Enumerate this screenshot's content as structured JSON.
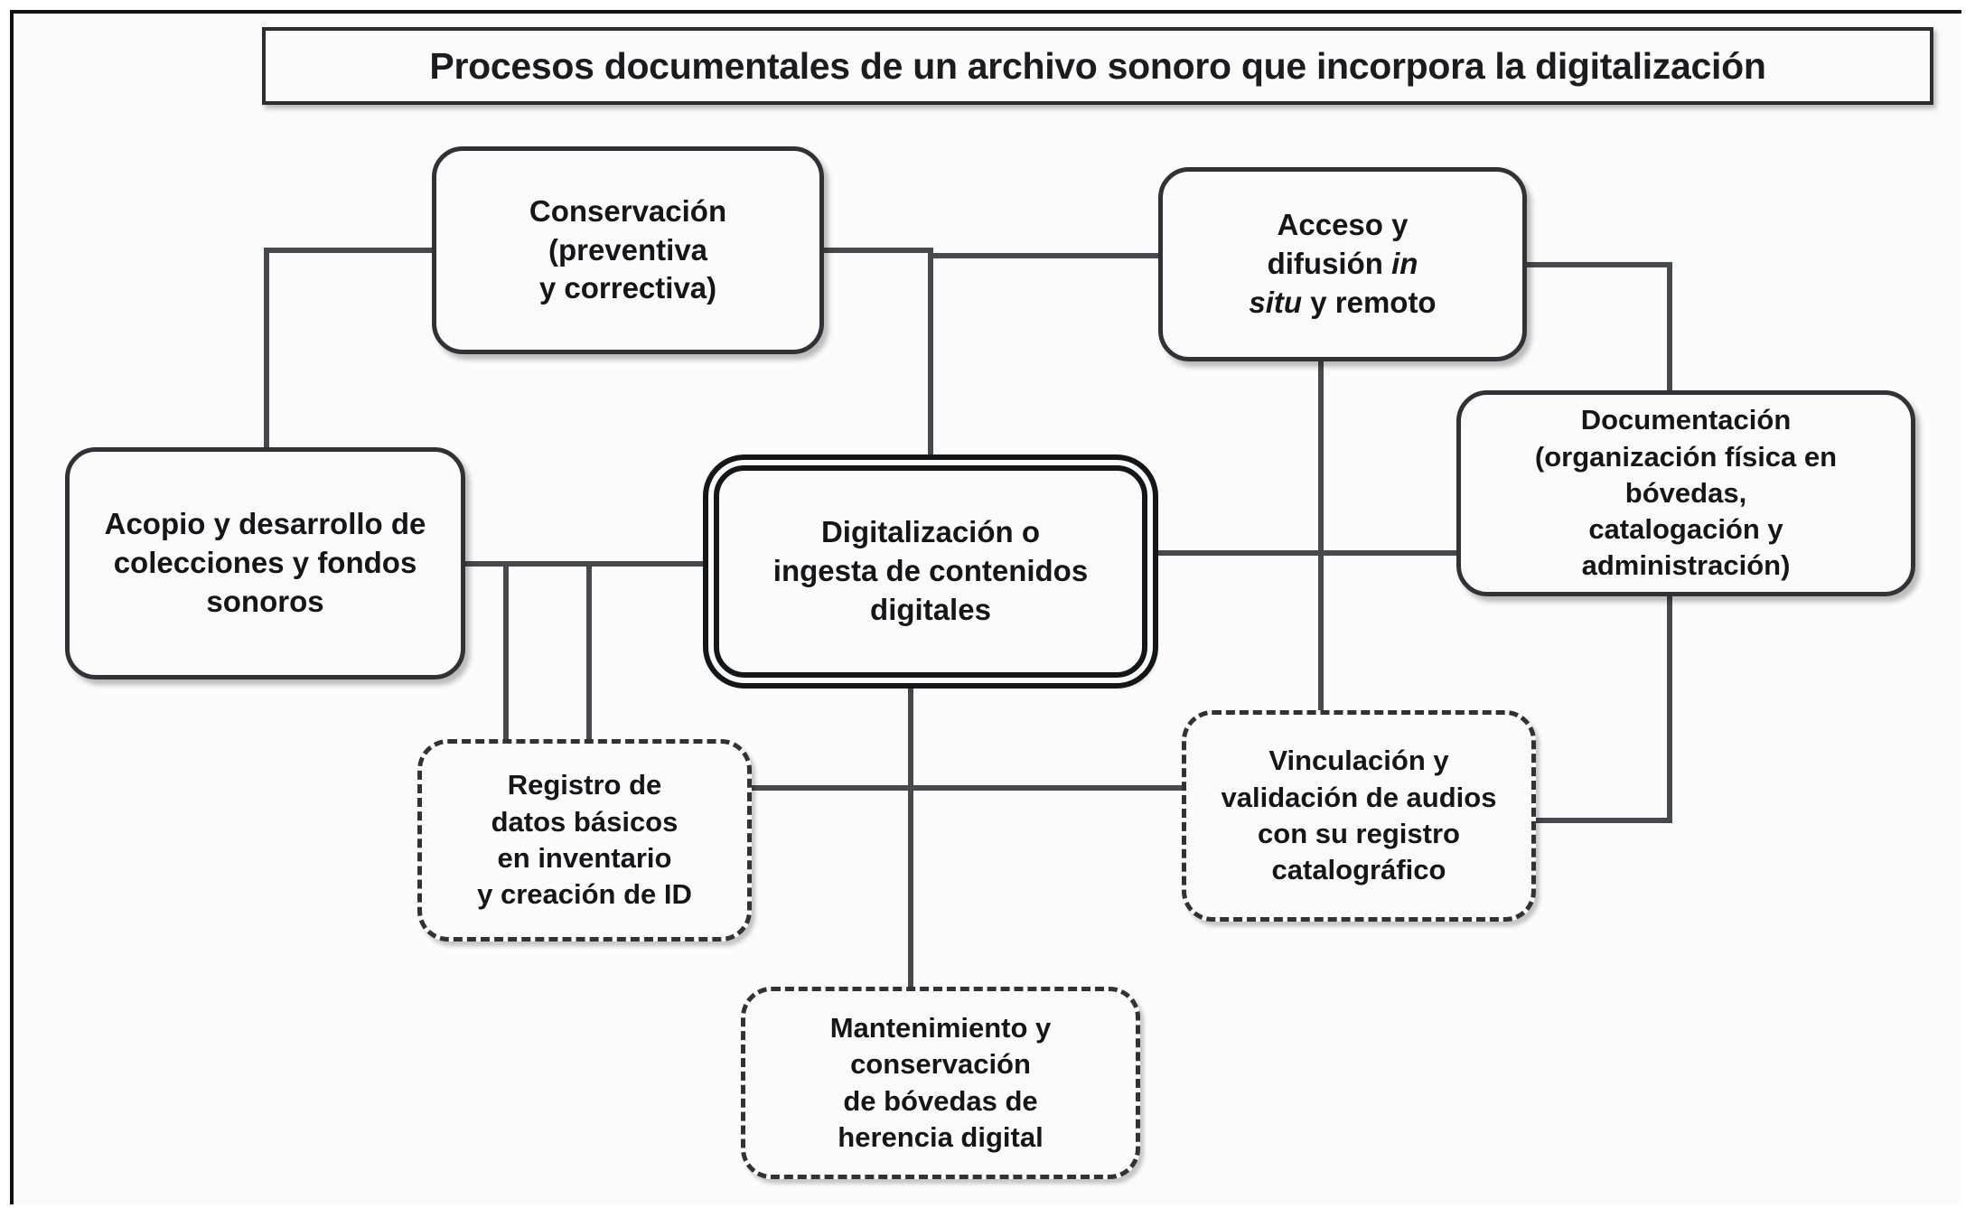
{
  "diagram": {
    "title": "Procesos documentales de un archivo sonoro que incorpora la digitalización",
    "frame_color": "#111111",
    "box_border_color": "#2f3236",
    "connector_color": "#46494d",
    "background_color": "#fbfbfb"
  },
  "nodes": {
    "conservacion": {
      "label": "Conservación\n(preventiva\ny correctiva)",
      "style": "solid"
    },
    "acceso": {
      "line1": "Acceso y",
      "line2a": "difusión ",
      "line2b": "in",
      "line3a": "situ",
      "line3b": " y remoto",
      "style": "solid"
    },
    "documentacion": {
      "label": "Documentación\n(organización física en\nbóvedas,\ncatalogación y\nadministración)",
      "style": "solid"
    },
    "acopio": {
      "label": "Acopio y desarrollo de\ncolecciones y fondos\nsonoros",
      "style": "solid"
    },
    "digitalizacion": {
      "label": "Digitalización o\ningesta de contenidos\ndigitales",
      "style": "double"
    },
    "registro": {
      "label": "Registro de\ndatos básicos\nen inventario\ny creación de ID",
      "style": "dashed"
    },
    "vinculacion": {
      "label": "Vinculación y\nvalidación de audios\ncon su registro\ncatalográfico",
      "style": "dashed"
    },
    "mantenimiento": {
      "label": "Mantenimiento y\nconservación\nde bóvedas de\nherencia digital",
      "style": "dashed"
    }
  }
}
